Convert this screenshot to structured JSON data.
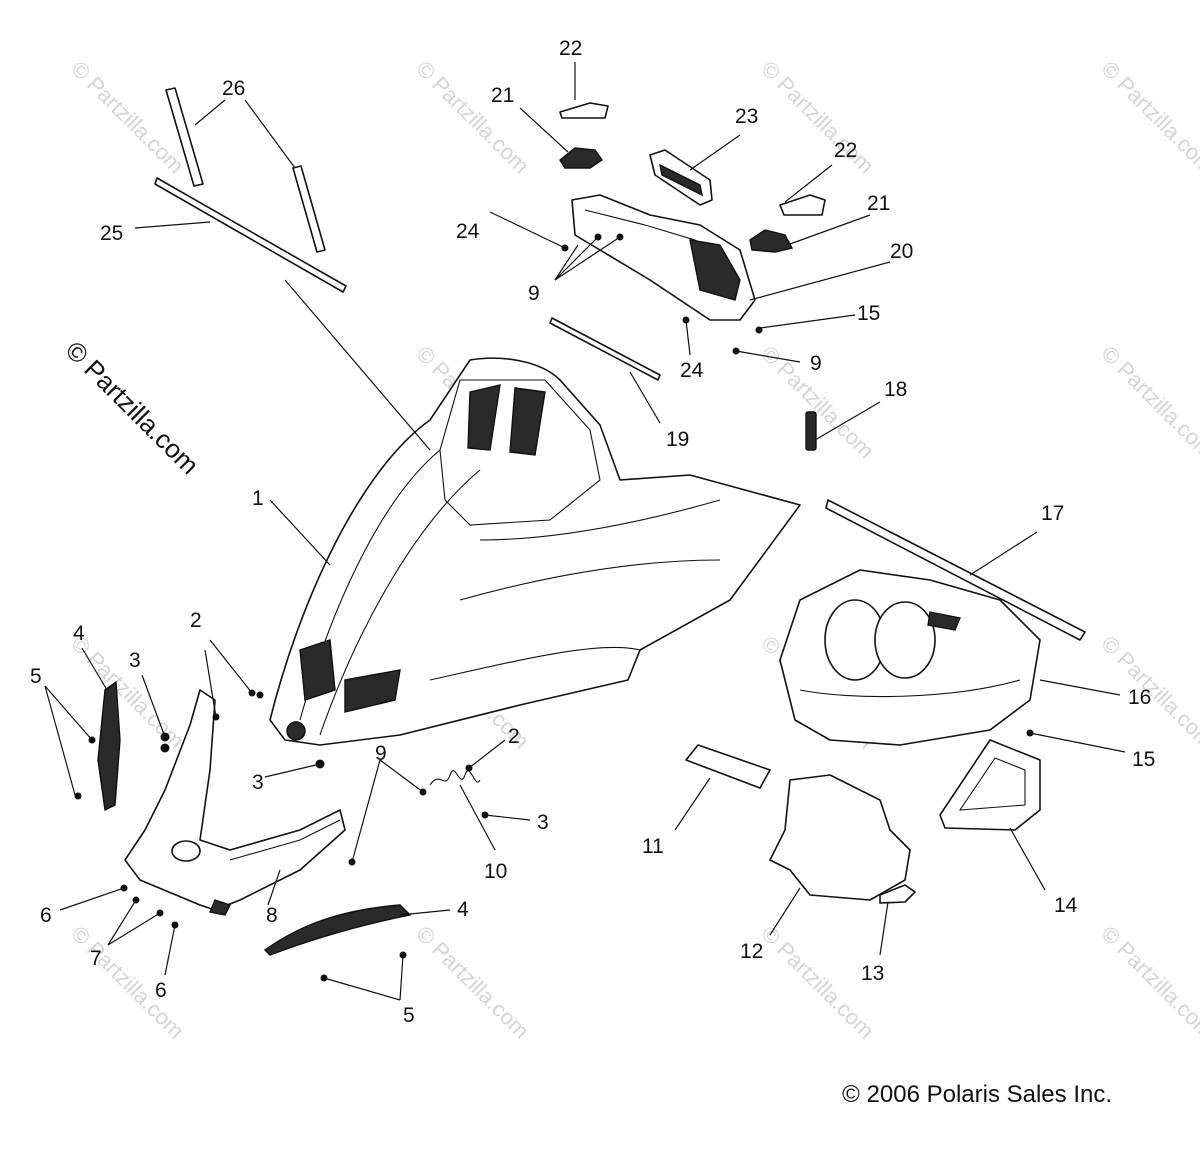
{
  "watermark": {
    "text": "© Partzilla.com",
    "brand_text": "© Partzilla.com"
  },
  "copyright": "© 2006 Polaris Sales Inc.",
  "callouts": [
    "1",
    "2",
    "2",
    "3",
    "3",
    "3",
    "4",
    "4",
    "5",
    "5",
    "6",
    "6",
    "7",
    "8",
    "9",
    "9",
    "9",
    "10",
    "11",
    "12",
    "13",
    "14",
    "15",
    "15",
    "16",
    "17",
    "18",
    "19",
    "20",
    "21",
    "21",
    "22",
    "22",
    "23",
    "24",
    "24",
    "25",
    "26"
  ]
}
